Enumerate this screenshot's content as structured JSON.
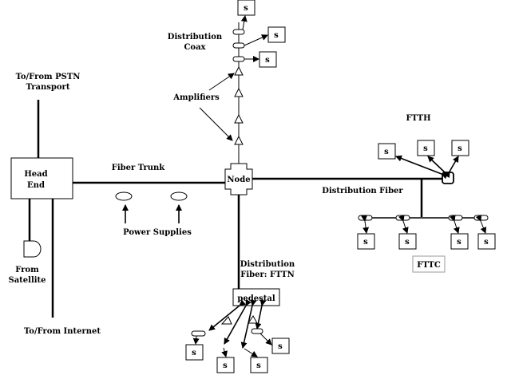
{
  "labels": {
    "pstn": [
      "To/From PSTN",
      "Transport"
    ],
    "head_end": [
      "Head",
      "End"
    ],
    "satellite": [
      "From",
      "Satellite"
    ],
    "internet": "To/From Internet",
    "fiber_trunk": "Fiber Trunk",
    "power_supplies": "Power Supplies",
    "distribution_coax": [
      "Distribution",
      "Coax"
    ],
    "amplifiers": "Amplifiers",
    "node": "Node",
    "ftth": "FTTH",
    "distribution_fiber": "Distribution Fiber",
    "fttc": "FTTC",
    "fttn": [
      "Distribution",
      "Fiber: FTTN"
    ],
    "pedestal": "pedestal",
    "subscriber": "s"
  }
}
